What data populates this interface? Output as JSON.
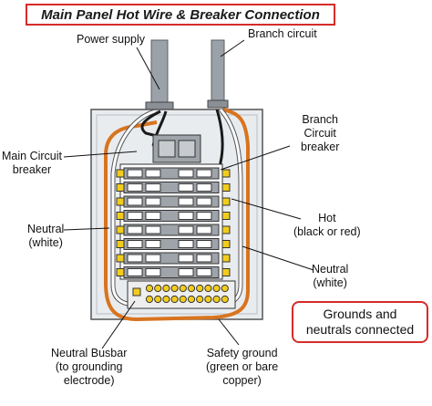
{
  "title": "Main Panel Hot Wire & Breaker Connection",
  "labels": {
    "power_supply": "Power supply",
    "branch_circuit": "Branch circuit",
    "branch_circuit_breaker": [
      "Branch",
      "Circuit",
      "breaker"
    ],
    "main_circuit_breaker": [
      "Main Circuit",
      "breaker"
    ],
    "neutral_left": [
      "Neutral",
      "(white)"
    ],
    "hot": [
      "Hot",
      "(black or red)"
    ],
    "neutral_right": [
      "Neutral",
      "(white)"
    ],
    "neutral_busbar": [
      "Neutral Busbar",
      "(to grounding",
      "electrode)"
    ],
    "safety_ground": [
      "Safety ground",
      "(green or bare",
      "copper)"
    ]
  },
  "note": [
    "Grounds and",
    "neutrals connected"
  ],
  "colors": {
    "accent_red": "#d62b2b",
    "copper_wire": "#d8741f",
    "hot_wire": "#1a1a1a",
    "neutral_wire": "#ffffff",
    "panel_fill": "#e9ecef",
    "conduit": "#9aa1a8",
    "breaker_fill": "#9fa4aa",
    "busbar_fill": "#eeeeee",
    "terminal_yellow": "#f2cc1d"
  }
}
